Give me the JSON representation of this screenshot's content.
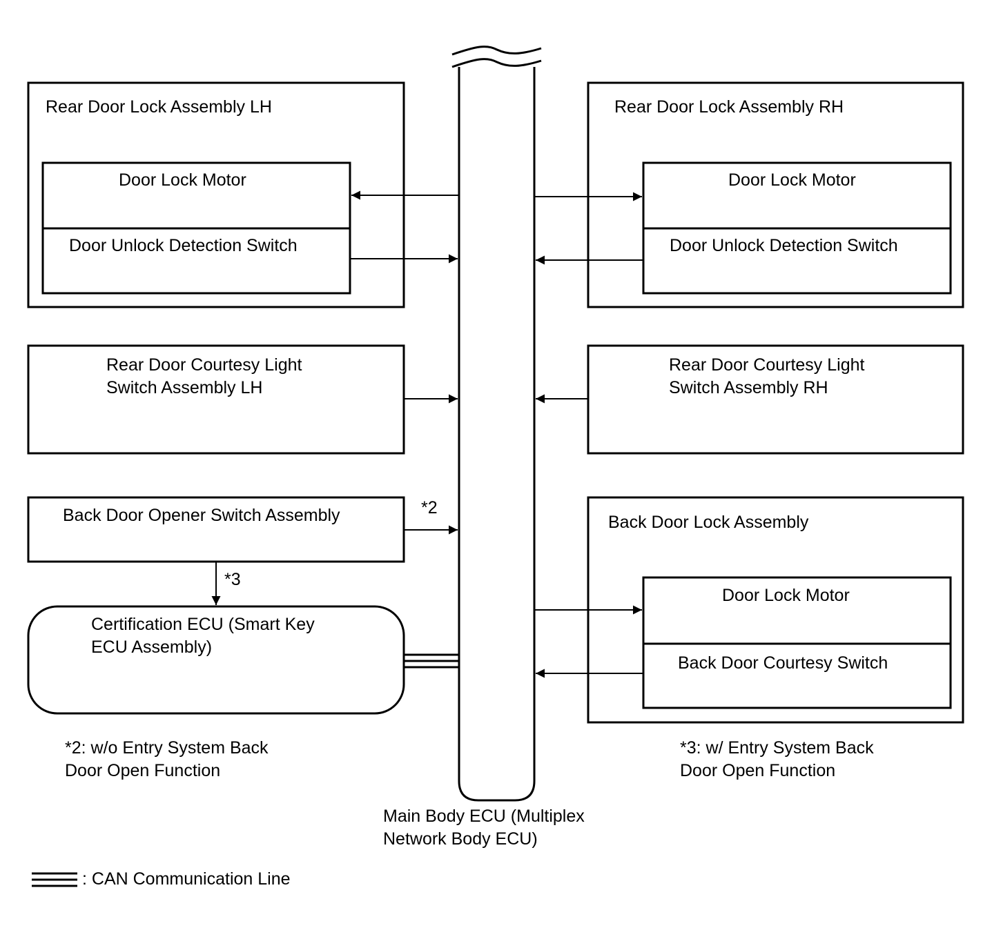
{
  "rear_lh": {
    "title": "Rear Door Lock Assembly LH",
    "motor": "Door Lock Motor",
    "switch": "Door Unlock Detection Switch"
  },
  "rear_rh": {
    "title": "Rear Door Lock Assembly RH",
    "motor": "Door Lock Motor",
    "switch": "Door Unlock Detection Switch"
  },
  "courtesy_lh": {
    "label": "Rear Door Courtesy Light\nSwitch Assembly LH"
  },
  "courtesy_rh": {
    "label": "Rear Door Courtesy Light\nSwitch Assembly RH"
  },
  "back_opener": {
    "label": "Back Door Opener Switch Assembly"
  },
  "back_lock": {
    "title": "Back Door Lock Assembly",
    "motor": "Door Lock Motor",
    "switch": "Back Door Courtesy Switch"
  },
  "cert_ecu": {
    "label": "Certification ECU (Smart Key\nECU Assembly)"
  },
  "main_ecu": {
    "label": "Main Body ECU (Multiplex\nNetwork Body ECU)"
  },
  "markers": {
    "star2": "*2",
    "star3": "*3"
  },
  "notes": {
    "note2": "*2: w/o Entry System Back\nDoor Open Function",
    "note3": "*3: w/ Entry System Back\nDoor Open Function"
  },
  "legend": {
    "can_label": ": CAN Communication Line"
  }
}
